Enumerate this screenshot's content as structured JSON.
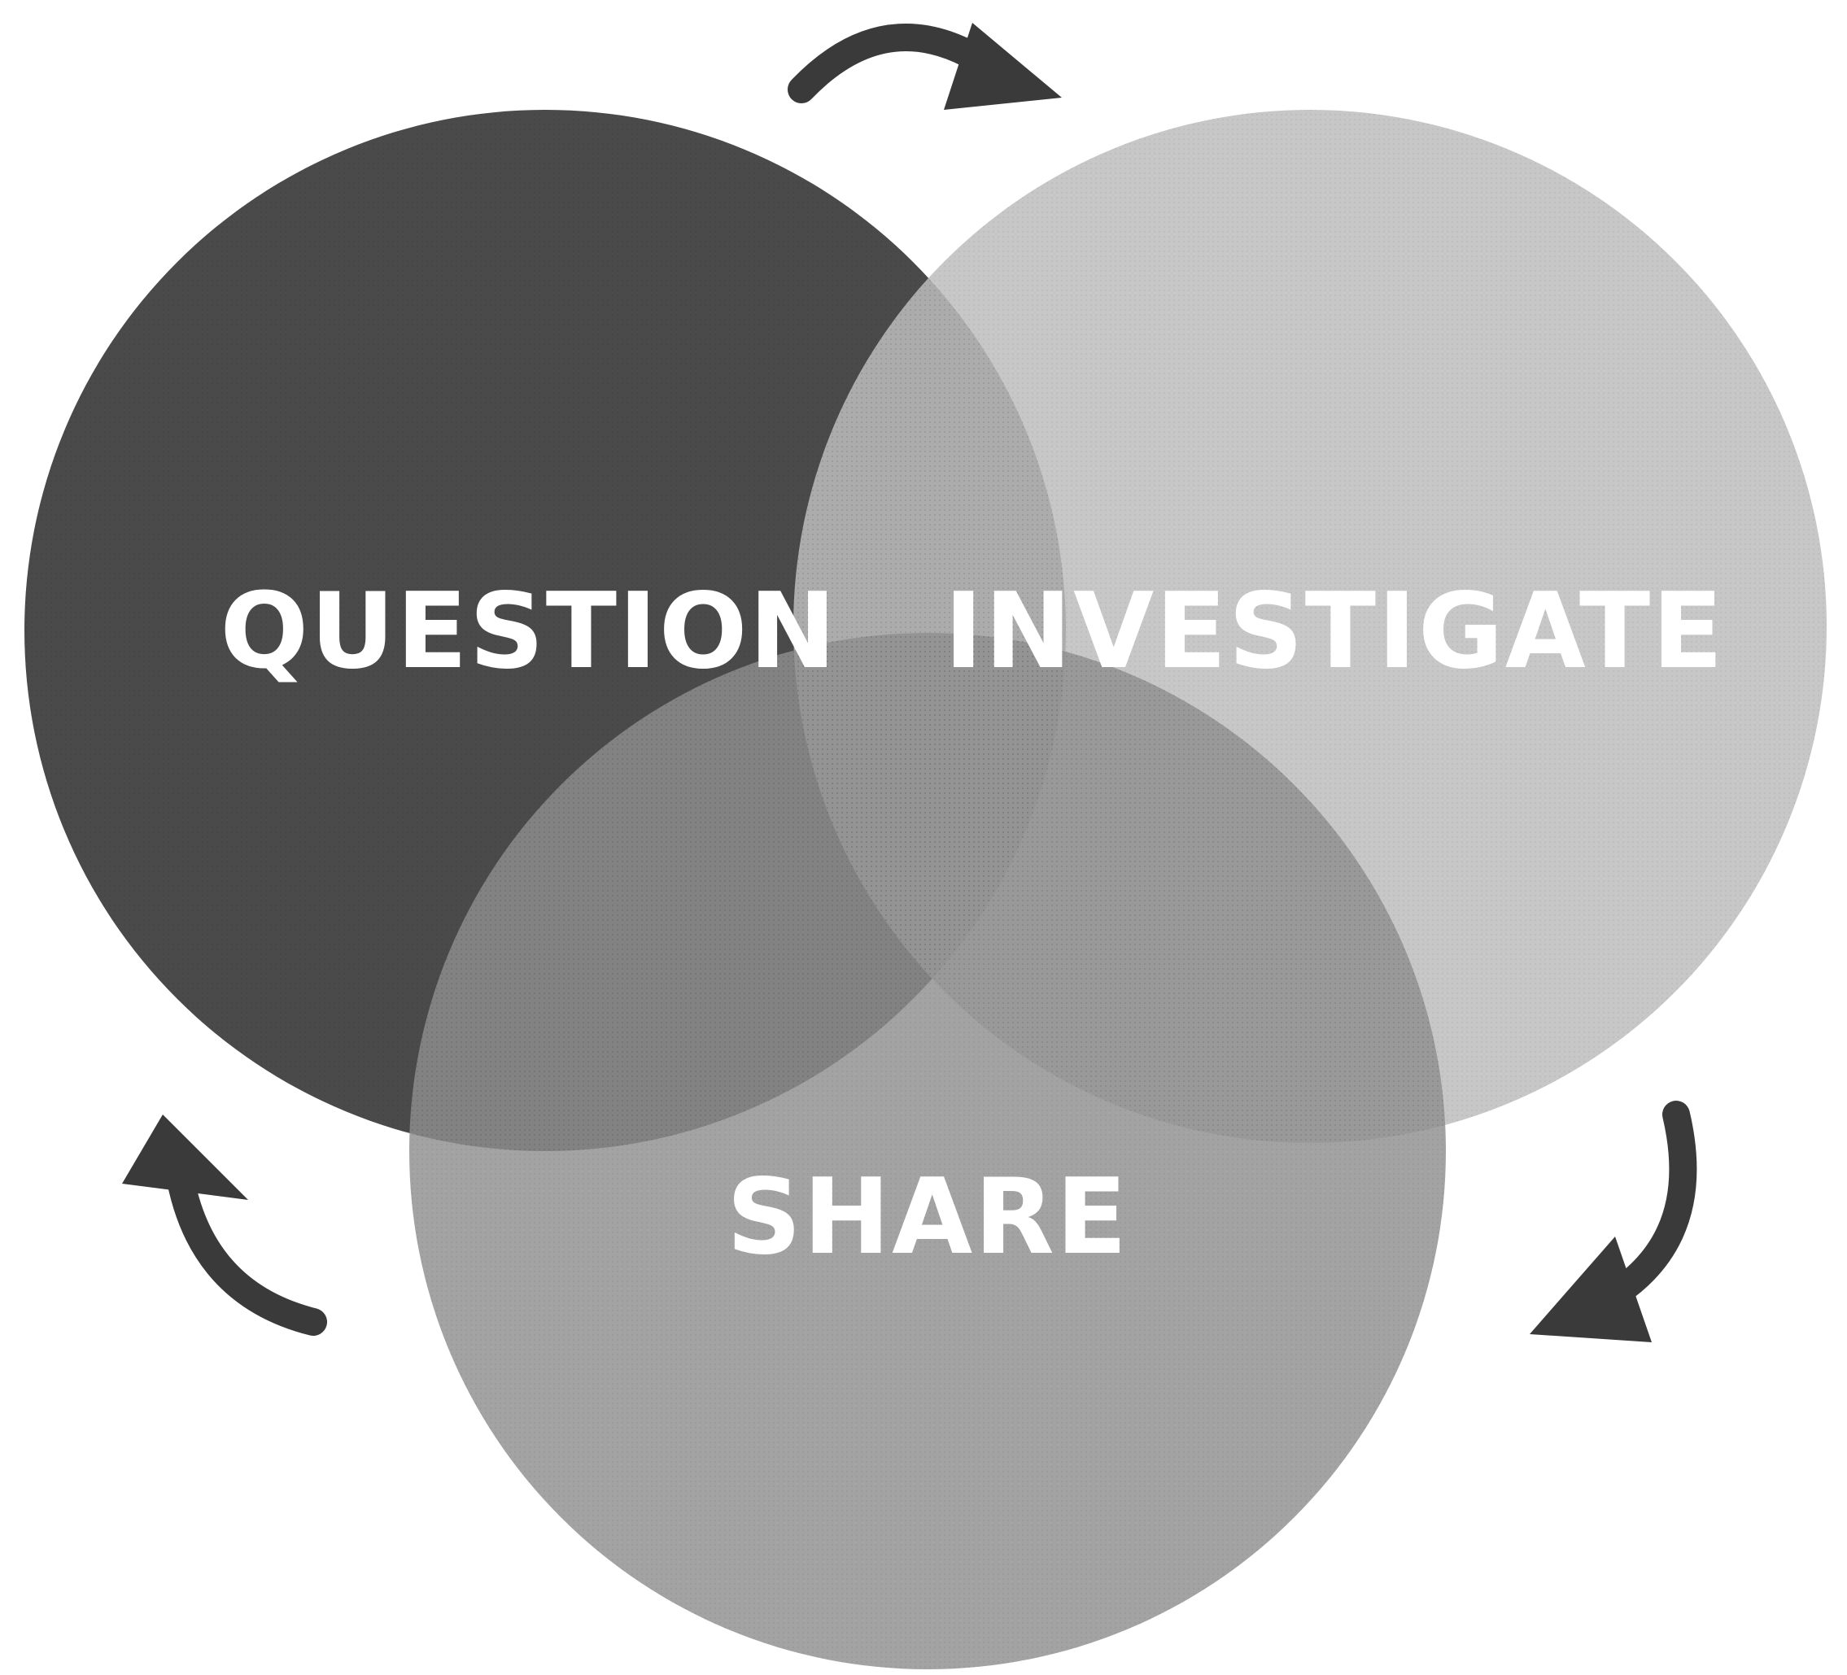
{
  "diagram": {
    "circles": [
      {
        "id": "question",
        "label": "QUESTION",
        "color": "#4a4a4a"
      },
      {
        "id": "investigate",
        "label": "INVESTIGATE",
        "color": "#bdbdbd"
      },
      {
        "id": "share",
        "label": "SHARE",
        "color": "#8f8f8f"
      }
    ],
    "arrows": [
      {
        "from": "question",
        "to": "investigate",
        "icon": "curved-arrow-icon",
        "color": "#3a3a3a"
      },
      {
        "from": "investigate",
        "to": "share",
        "icon": "curved-arrow-icon",
        "color": "#3a3a3a"
      },
      {
        "from": "share",
        "to": "question",
        "icon": "curved-arrow-icon",
        "color": "#3a3a3a"
      }
    ]
  }
}
